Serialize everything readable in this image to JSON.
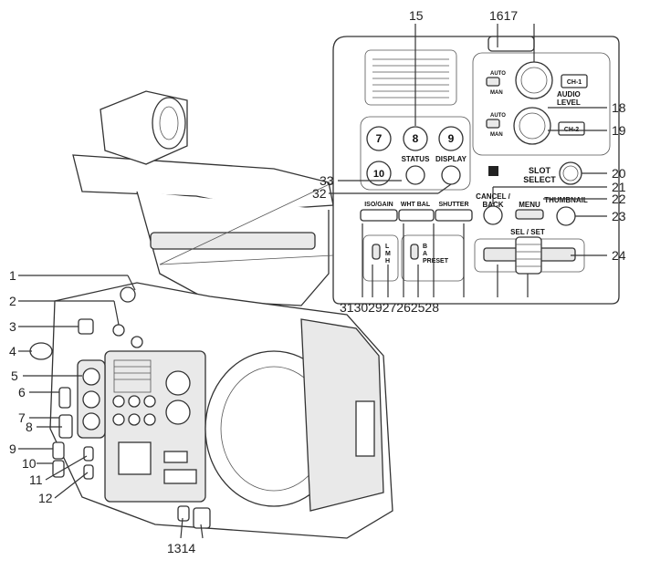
{
  "callouts": {
    "n1": "1",
    "n2": "2",
    "n3": "3",
    "n4": "4",
    "n5": "5",
    "n6": "6",
    "n7": "7",
    "n8": "8",
    "n9": "9",
    "n10": "10",
    "n11": "11",
    "n12": "12",
    "n13_14": "1314",
    "n15": "15",
    "n16_17": "1617",
    "n18": "18",
    "n19": "19",
    "n20": "20",
    "n21": "21",
    "n22": "22",
    "n23": "23",
    "n24": "24",
    "n31_to_25": "31302927262528",
    "n32": "32",
    "n33": "33"
  },
  "panel": {
    "btn7": "7",
    "btn8": "8",
    "btn9": "9",
    "btn10": "10",
    "status": "STATUS",
    "display": "DISPLAY",
    "auto1": "AUTO",
    "man1": "MAN",
    "ch1": "CH-1",
    "audio_level_1": "AUDIO",
    "audio_level_2": "LEVEL",
    "auto2": "AUTO",
    "man2": "MAN",
    "ch2": "CH-2",
    "slot_1": "SLOT",
    "slot_2": "SELECT",
    "cancel_1": "CANCEL /",
    "cancel_2": "BACK",
    "menu": "MENU",
    "thumbnail": "THUMBNAIL",
    "iso_gain": "ISO/GAIN",
    "wht_bal": "WHT BAL",
    "shutter": "SHUTTER",
    "sel_set": "SEL / SET",
    "gain_l": "L",
    "gain_m": "M",
    "gain_h": "H",
    "wb_b": "B",
    "wb_a": "A",
    "wb_preset": "PRESET"
  }
}
